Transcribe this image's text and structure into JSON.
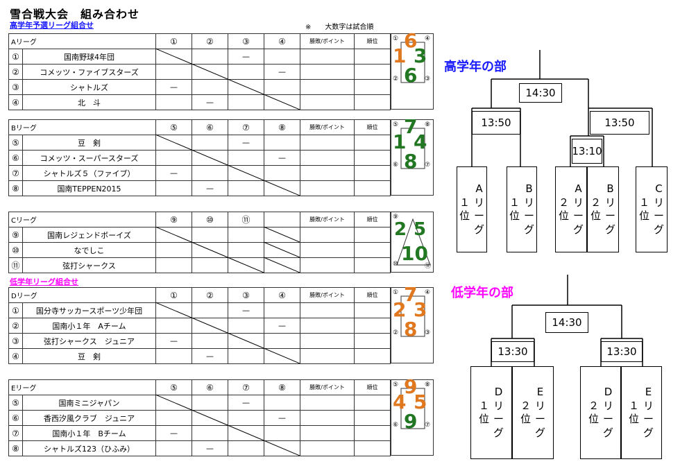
{
  "title": "雪合戦大会　組み合わせ",
  "note": "※　　大数字は試合順",
  "high_section_label": "高学年予選リーグ組合せ",
  "low_section_label": "低学年リーグ組合せ",
  "colors": {
    "orange": "#E07820",
    "green": "#227722",
    "blue": "#1a1aff",
    "magenta": "#ff00ff"
  },
  "table_headers": {
    "result": "勝敗/ポイント",
    "rank": "順位"
  },
  "leagues": [
    {
      "name": "Aリーグ",
      "cols": [
        "①",
        "②",
        "③",
        "④"
      ],
      "rows": [
        {
          "num": "①",
          "team": "国南野球4年団",
          "cells": [
            "",
            "",
            "—",
            ""
          ]
        },
        {
          "num": "②",
          "team": "コメッツ・ファイブスターズ",
          "cells": [
            "",
            "",
            "",
            "—"
          ]
        },
        {
          "num": "③",
          "team": "シャトルズ",
          "cells": [
            "—",
            "",
            "",
            ""
          ]
        },
        {
          "num": "④",
          "team": "北　斗",
          "cells": [
            "",
            "—",
            "",
            ""
          ]
        }
      ],
      "marks": [
        "—",
        "—",
        "—",
        "—"
      ]
    },
    {
      "name": "Bリーグ",
      "cols": [
        "⑤",
        "⑥",
        "⑦",
        "⑧"
      ],
      "rows": [
        {
          "num": "⑤",
          "team": "豆　剣",
          "cells": [
            "",
            "",
            "—",
            ""
          ]
        },
        {
          "num": "⑥",
          "team": "コメッツ・スーパースターズ",
          "cells": [
            "",
            "",
            "",
            "—"
          ]
        },
        {
          "num": "⑦",
          "team": "シャトルズ５（ファイブ）",
          "cells": [
            "—",
            "",
            "",
            ""
          ]
        },
        {
          "num": "⑧",
          "team": "国南TEPPEN2015",
          "cells": [
            "",
            "—",
            "",
            ""
          ]
        }
      ]
    },
    {
      "name": "Cリーグ",
      "cols": [
        "⑨",
        "⑩",
        "⑪",
        ""
      ],
      "rows": [
        {
          "num": "⑨",
          "team": "国南レジェンドボーイズ",
          "cells": [
            "",
            "",
            "",
            ""
          ]
        },
        {
          "num": "⑩",
          "team": "なでしこ",
          "cells": [
            "",
            "",
            "",
            ""
          ]
        },
        {
          "num": "⑪",
          "team": "弦打シャークス",
          "cells": [
            "",
            "",
            "",
            ""
          ]
        }
      ]
    },
    {
      "name": "Dリーグ",
      "cols": [
        "①",
        "②",
        "③",
        "④"
      ],
      "rows": [
        {
          "num": "①",
          "team": "国分寺サッカースポーツ少年団",
          "cells": [
            "",
            "",
            "—",
            ""
          ]
        },
        {
          "num": "②",
          "team": "国南小１年　Aチーム",
          "cells": [
            "",
            "",
            "",
            "—"
          ]
        },
        {
          "num": "③",
          "team": "弦打シャークス　ジュニア",
          "cells": [
            "—",
            "",
            "",
            ""
          ]
        },
        {
          "num": "④",
          "team": "豆　剣",
          "cells": [
            "",
            "—",
            "",
            ""
          ]
        }
      ]
    },
    {
      "name": "Eリーグ",
      "cols": [
        "⑤",
        "⑥",
        "⑦",
        "⑧"
      ],
      "rows": [
        {
          "num": "⑤",
          "team": "国南ミニジャパン",
          "cells": [
            "",
            "",
            "—",
            ""
          ]
        },
        {
          "num": "⑥",
          "team": "香西汐風クラブ　ジュニア",
          "cells": [
            "",
            "",
            "",
            "—"
          ]
        },
        {
          "num": "⑦",
          "team": "国南小１年　Bチーム",
          "cells": [
            "—",
            "",
            "",
            ""
          ]
        },
        {
          "num": "⑧",
          "team": "シャトルズ123（ひふみ）",
          "cells": [
            "",
            "—",
            "",
            ""
          ]
        }
      ]
    }
  ],
  "order_boxes": [
    {
      "corners": [
        "①",
        "④",
        "②",
        "③"
      ],
      "nums": [
        {
          "v": "6",
          "c": "orange"
        },
        {
          "v": "1",
          "c": "orange"
        },
        {
          "v": "3",
          "c": "green"
        },
        {
          "v": "6",
          "c": "green"
        }
      ]
    },
    {
      "corners": [
        "⑤",
        "⑧",
        "⑥",
        "⑦"
      ],
      "nums": [
        {
          "v": "7",
          "c": "green"
        },
        {
          "v": "1",
          "c": "green"
        },
        {
          "v": "4",
          "c": "green"
        },
        {
          "v": "8",
          "c": "green"
        }
      ]
    },
    {
      "corners": [
        "⑨",
        "⑩",
        "⑪"
      ],
      "nums": [
        {
          "v": "2",
          "c": "green"
        },
        {
          "v": "5",
          "c": "green"
        },
        {
          "v": "10",
          "c": "green"
        }
      ]
    },
    {
      "corners": [
        "①",
        "④",
        "②",
        "③"
      ],
      "nums": [
        {
          "v": "7",
          "c": "orange"
        },
        {
          "v": "2",
          "c": "orange"
        },
        {
          "v": "3",
          "c": "orange"
        },
        {
          "v": "8",
          "c": "orange"
        }
      ]
    },
    {
      "corners": [
        "⑤",
        "⑧",
        "⑥",
        "⑦"
      ],
      "nums": [
        {
          "v": "9",
          "c": "orange"
        },
        {
          "v": "4",
          "c": "orange"
        },
        {
          "v": "5",
          "c": "orange"
        },
        {
          "v": "9",
          "c": "green"
        }
      ]
    }
  ],
  "high_bracket": {
    "title": "高学年の部",
    "final": "14:30",
    "semi_left": "13:50",
    "semi_right": "13:50",
    "quarter": "13:10",
    "entries": [
      {
        "league": "A",
        "lines": [
          "１",
          "位"
        ],
        "right": [
          "リ",
          "ー",
          "グ"
        ]
      },
      {
        "league": "B",
        "lines": [
          "１",
          "位"
        ],
        "right": [
          "リ",
          "ー",
          "グ"
        ]
      },
      {
        "league": "A",
        "lines": [
          "２",
          "位"
        ],
        "right": [
          "リ",
          "ー",
          "グ"
        ]
      },
      {
        "league": "B",
        "lines": [
          "２",
          "位"
        ],
        "right": [
          "リ",
          "ー",
          "グ"
        ]
      },
      {
        "league": "C",
        "lines": [
          "１",
          "位"
        ],
        "right": [
          "リ",
          "ー",
          "グ"
        ]
      }
    ]
  },
  "low_bracket": {
    "title": "低学年の部",
    "final": "14:30",
    "semi_left": "13:30",
    "semi_right": "13:30",
    "entries": [
      {
        "league": "D",
        "lines": [
          "１",
          "位"
        ],
        "right": [
          "リ",
          "ー",
          "グ"
        ]
      },
      {
        "league": "E",
        "lines": [
          "２",
          "位"
        ],
        "right": [
          "リ",
          "ー",
          "グ"
        ]
      },
      {
        "league": "D",
        "lines": [
          "２",
          "位"
        ],
        "right": [
          "リ",
          "ー",
          "グ"
        ]
      },
      {
        "league": "E",
        "lines": [
          "１",
          "位"
        ],
        "right": [
          "リ",
          "ー",
          "グ"
        ]
      }
    ]
  }
}
